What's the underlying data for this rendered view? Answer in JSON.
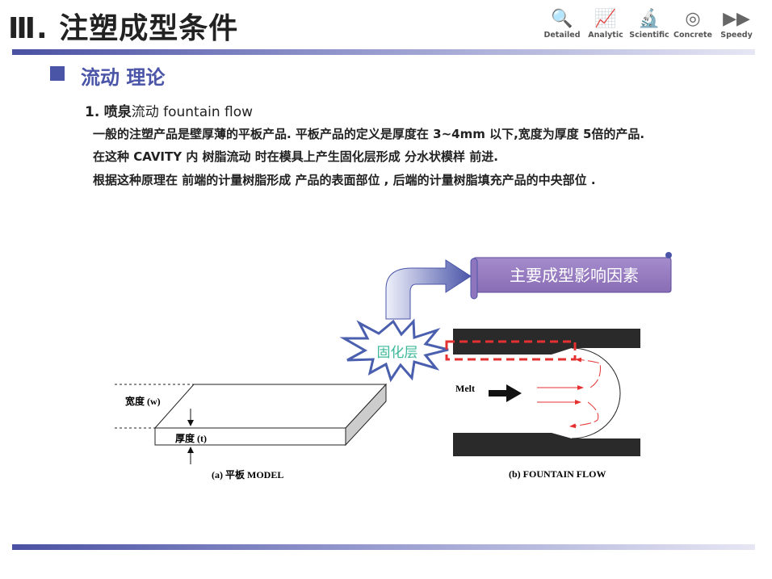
{
  "header": {
    "title": "Ⅲ.  注塑成型条件",
    "icons": [
      {
        "name": "search-icon",
        "glyph": "🔍",
        "label": "Detailed"
      },
      {
        "name": "chart-icon",
        "glyph": "📈",
        "label": "Analytic"
      },
      {
        "name": "microscope-icon",
        "glyph": "🔬",
        "label": "Scientific"
      },
      {
        "name": "target-icon",
        "glyph": "◎",
        "label": "Concrete"
      },
      {
        "name": "fast-forward-icon",
        "glyph": "▶▶",
        "label": "Speedy"
      }
    ]
  },
  "section": {
    "title": "流动  理论"
  },
  "item": {
    "number": "1.",
    "bold": "喷泉",
    "rest": "流动   fountain flow",
    "lines": [
      "一般的注塑产品是壁厚薄的平板产品. 平板产品的定义是厚度在 3~4mm 以下,宽度为厚度 5倍的产品.",
      "在这种 CAVITY 内 树脂流动 时在模具上产生固化层形成 分水状模样 前进.",
      "根据这种原理在 前端的计量树脂形成 产品的表面部位 , 后端的计量树脂填充产品的中央部位 ."
    ]
  },
  "diagram": {
    "banner": "主要成型影响因素",
    "burst": "固化层",
    "width_label": "宽度 (w)",
    "thickness_label": "厚度 (t)",
    "caption_a": "(a) 平板 MODEL",
    "melt": "Melt",
    "caption_b": "(b) FOUNTAIN FLOW",
    "colors": {
      "accent": "#4a55a8",
      "banner": "#9b7ec0",
      "burst_text": "#3cb89a",
      "flow": "#e53030"
    }
  }
}
